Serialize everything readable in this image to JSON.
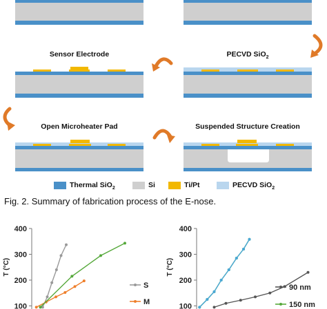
{
  "figure": {
    "steps": [
      {
        "label": "Sensor Electrode"
      },
      {
        "label": "PECVD SiO",
        "subscript": "2"
      },
      {
        "label": "Open Microheater Pad"
      },
      {
        "label": "Suspended Structure Creation"
      }
    ],
    "legend": [
      {
        "label": "Thermal SiO",
        "subscript": "2",
        "color": "#4a90c8"
      },
      {
        "label": "Si",
        "subscript": "",
        "color": "#cfcfcf"
      },
      {
        "label": "Ti/Pt",
        "subscript": "",
        "color": "#f2b800"
      },
      {
        "label": "PECVD SiO",
        "subscript": "2",
        "color": "#b9d6ee"
      }
    ],
    "caption": "Fig. 2.  Summary of fabrication process of the E-nose."
  },
  "colors": {
    "thermal_sio2": "#4a90c8",
    "si": "#cfcfcf",
    "tipt": "#f2b800",
    "pecvd_sio2": "#b9d6ee",
    "arrow": "#e07a28"
  },
  "chart_data": [
    {
      "type": "line",
      "ylabel": "T (°C)",
      "yticks": [
        100,
        200,
        300,
        400
      ],
      "ylim": [
        100,
        400
      ],
      "grid": false,
      "series": [
        {
          "name": "S",
          "color": "#999999",
          "points": [
            [
              0.19,
              95
            ],
            [
              0.27,
              135
            ],
            [
              0.35,
              190
            ],
            [
              0.43,
              240
            ],
            [
              0.51,
              295
            ],
            [
              0.6,
              337
            ]
          ]
        },
        {
          "name": "M",
          "color": "#ef7f2b",
          "points": [
            [
              0.08,
              95
            ],
            [
              0.25,
              115
            ],
            [
              0.42,
              135
            ],
            [
              0.58,
              152
            ],
            [
              0.75,
              175
            ],
            [
              0.91,
              197
            ]
          ]
        },
        {
          "name": "",
          "color": "#55a83a",
          "points": [
            [
              0.15,
              95
            ],
            [
              0.7,
              215
            ],
            [
              1.2,
              295
            ],
            [
              1.62,
              343
            ]
          ]
        }
      ]
    },
    {
      "type": "line",
      "ylabel": "T (°C)",
      "yticks": [
        100,
        200,
        300,
        400
      ],
      "ylim": [
        100,
        400
      ],
      "grid": false,
      "series": [
        {
          "name": "90 nm",
          "color": "#555555",
          "points": [
            [
              0.3,
              95
            ],
            [
              0.5,
              110
            ],
            [
              0.75,
              122
            ],
            [
              1.0,
              135
            ],
            [
              1.25,
              150
            ],
            [
              1.5,
              175
            ],
            [
              1.9,
              230
            ]
          ]
        },
        {
          "name": "150 nm",
          "color": "#55a83a",
          "points": [
            [
              0.05,
              95
            ],
            [
              0.18,
              125
            ],
            [
              0.3,
              155
            ],
            [
              0.42,
              200
            ],
            [
              0.55,
              240
            ],
            [
              0.68,
              285
            ],
            [
              0.8,
              320
            ],
            [
              0.9,
              358
            ]
          ]
        },
        {
          "name": "",
          "color": "#4aa8d8",
          "points": [
            [
              0.05,
              95
            ],
            [
              0.18,
              125
            ],
            [
              0.3,
              155
            ],
            [
              0.42,
              200
            ],
            [
              0.55,
              240
            ],
            [
              0.68,
              285
            ],
            [
              0.8,
              320
            ],
            [
              0.9,
              358
            ]
          ]
        }
      ]
    }
  ]
}
